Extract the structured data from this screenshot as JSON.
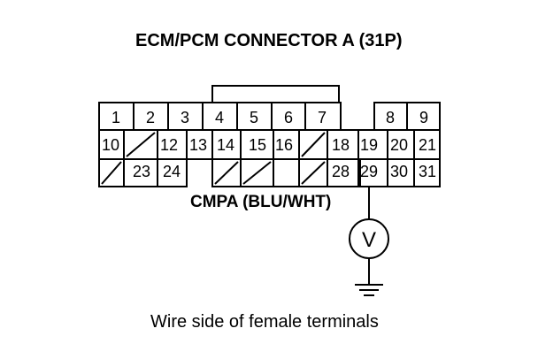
{
  "title": "ECM/PCM CONNECTOR A (31P)",
  "caption": "Wire side of female terminals",
  "wire_label": "CMPA (BLU/WHT)",
  "meter_symbol": "V",
  "meter_icon": "voltmeter-icon",
  "ground_icon": "ground-icon",
  "probe_terminal": "29",
  "connector": {
    "rows": [
      [
        "1",
        "2",
        "3",
        "4",
        "5",
        "6",
        "7",
        null,
        "8",
        "9"
      ],
      [
        "10",
        "",
        "12",
        "13",
        "14",
        "15",
        "16",
        "",
        "18",
        "19",
        "20",
        "21"
      ],
      [
        "",
        "23",
        "24",
        null,
        "",
        "",
        null,
        "",
        "28",
        "29",
        "30",
        "31"
      ]
    ]
  }
}
